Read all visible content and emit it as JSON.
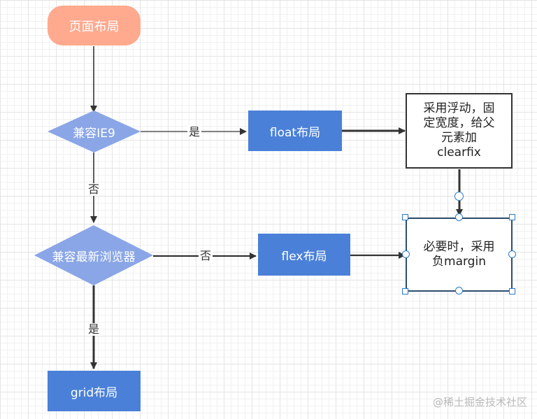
{
  "nodes": {
    "start": "页面布局",
    "ie9": "兼容IE9",
    "float_layout": "float布局",
    "float_note_lines": [
      "采用浮动，固",
      "定宽度，给父",
      "元素加",
      "clearfix"
    ],
    "latest": "兼容最新浏览器",
    "flex_layout": "flex布局",
    "flex_note_lines": [
      "必要时，采用",
      "负margin"
    ],
    "grid_layout": "grid布局"
  },
  "edges": {
    "ie9_yes": "是",
    "ie9_no": "否",
    "latest_no": "否",
    "latest_yes": "是"
  },
  "watermark": "@稀土掘金技术社区",
  "colors": {
    "start_fill": "#ffa98e",
    "box_fill": "#4a80d8",
    "diamond_fill": "#8aa6e6",
    "line": "#333333",
    "selection": "#2a7ac4"
  }
}
